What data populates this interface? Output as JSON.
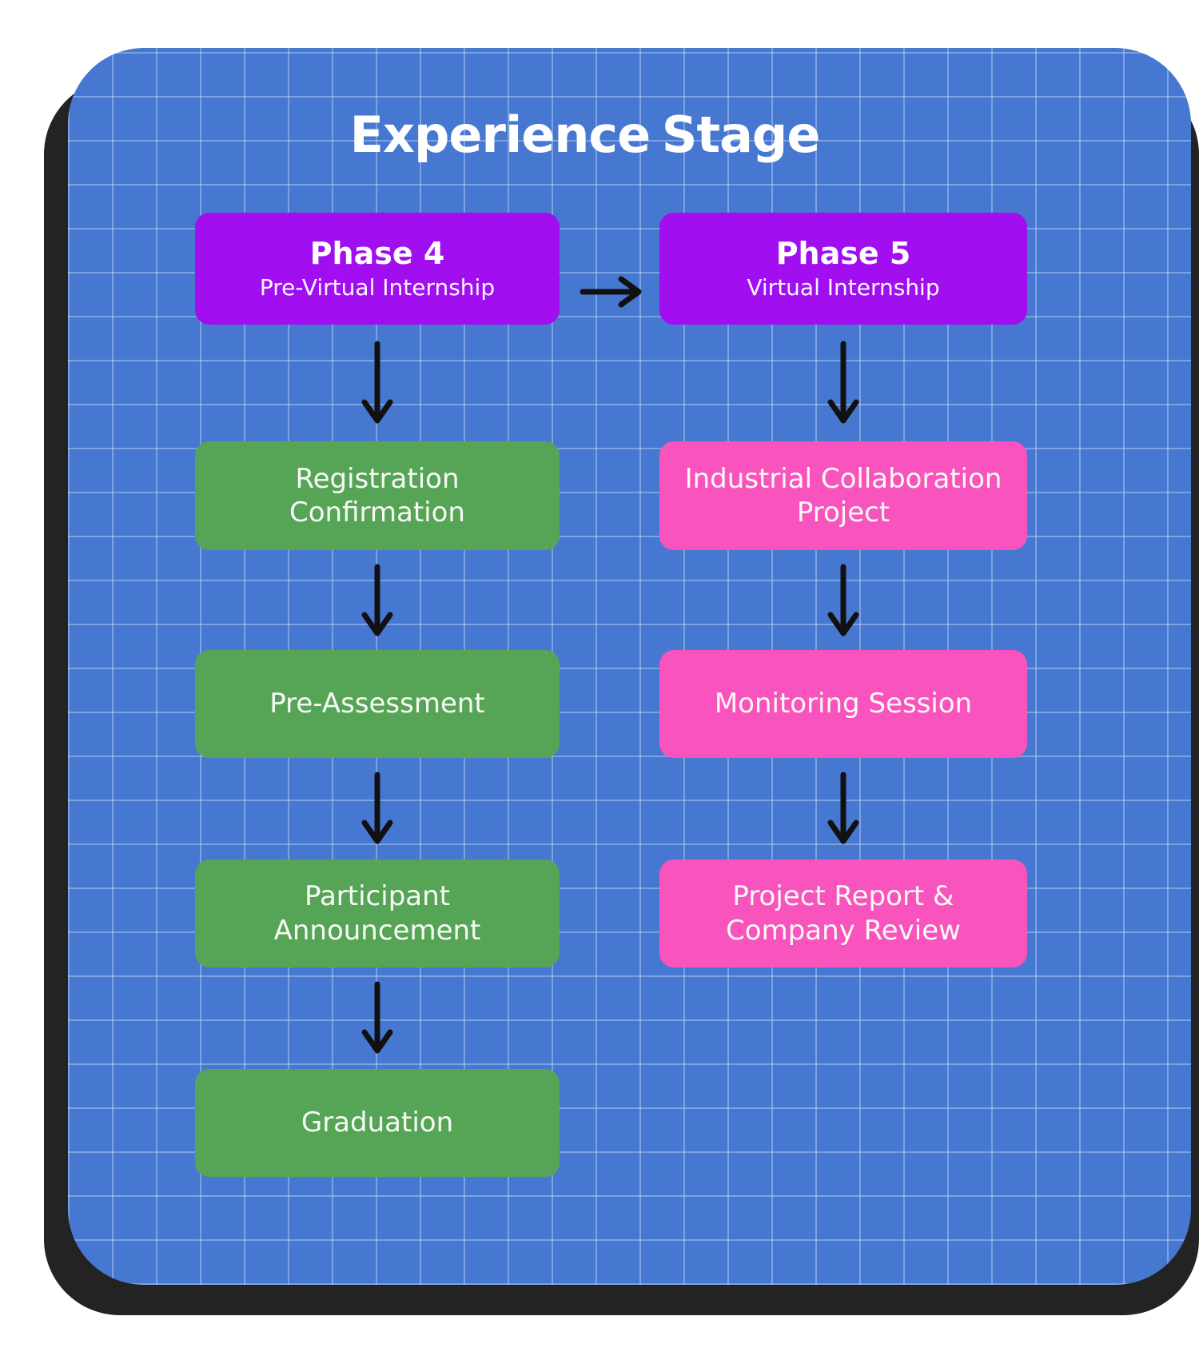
{
  "title": "Experience Stage",
  "colors": {
    "page_bg": "#ffffff",
    "panel_bg": "#4678d2",
    "grid_line": "#cfe0fa66",
    "phase_box": "#a10ef0",
    "left_step_box": "#56a557",
    "right_step_box": "#f953bd",
    "arrow": "#111111",
    "text": "#ffffff",
    "shadow": "#232323"
  },
  "columns": [
    {
      "header": {
        "title": "Phase 4",
        "subtitle": "Pre-Virtual Internship"
      },
      "steps": [
        "Registration Confirmation",
        "Pre-Assessment",
        "Participant Announcement",
        "Graduation"
      ]
    },
    {
      "header": {
        "title": "Phase 5",
        "subtitle": "Virtual Internship"
      },
      "steps": [
        "Industrial Collaboration Project",
        "Monitoring Session",
        "Project Report & Company Review"
      ]
    }
  ]
}
